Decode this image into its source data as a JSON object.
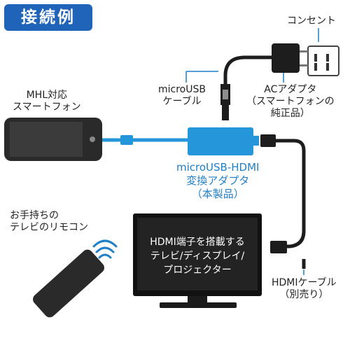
{
  "title": "接続例",
  "labels": {
    "outlet": "コンセント",
    "microusb_cable": [
      "microUSB",
      "ケーブル"
    ],
    "ac_adapter": [
      "ACアダプタ",
      "（スマートフォンの",
      "純正品）"
    ],
    "mhl_phone": [
      "MHL対応",
      "スマートフォン"
    ],
    "product": [
      "microUSB-HDMI",
      "変換アダプタ",
      "（本製品）"
    ],
    "remote": [
      "お手持ちの",
      "テレビのリモコン"
    ],
    "tv": [
      "HDMI端子を搭載する",
      "テレビ/ディスプレイ/",
      "プロジェクター"
    ],
    "hdmi_cable": [
      "HDMIケーブル",
      "（別売り）"
    ]
  },
  "colors": {
    "badge": "#1f64b8",
    "product": "#2596d9",
    "product_text": "#1f7fc7",
    "device_dark": "#2a2a2a"
  }
}
